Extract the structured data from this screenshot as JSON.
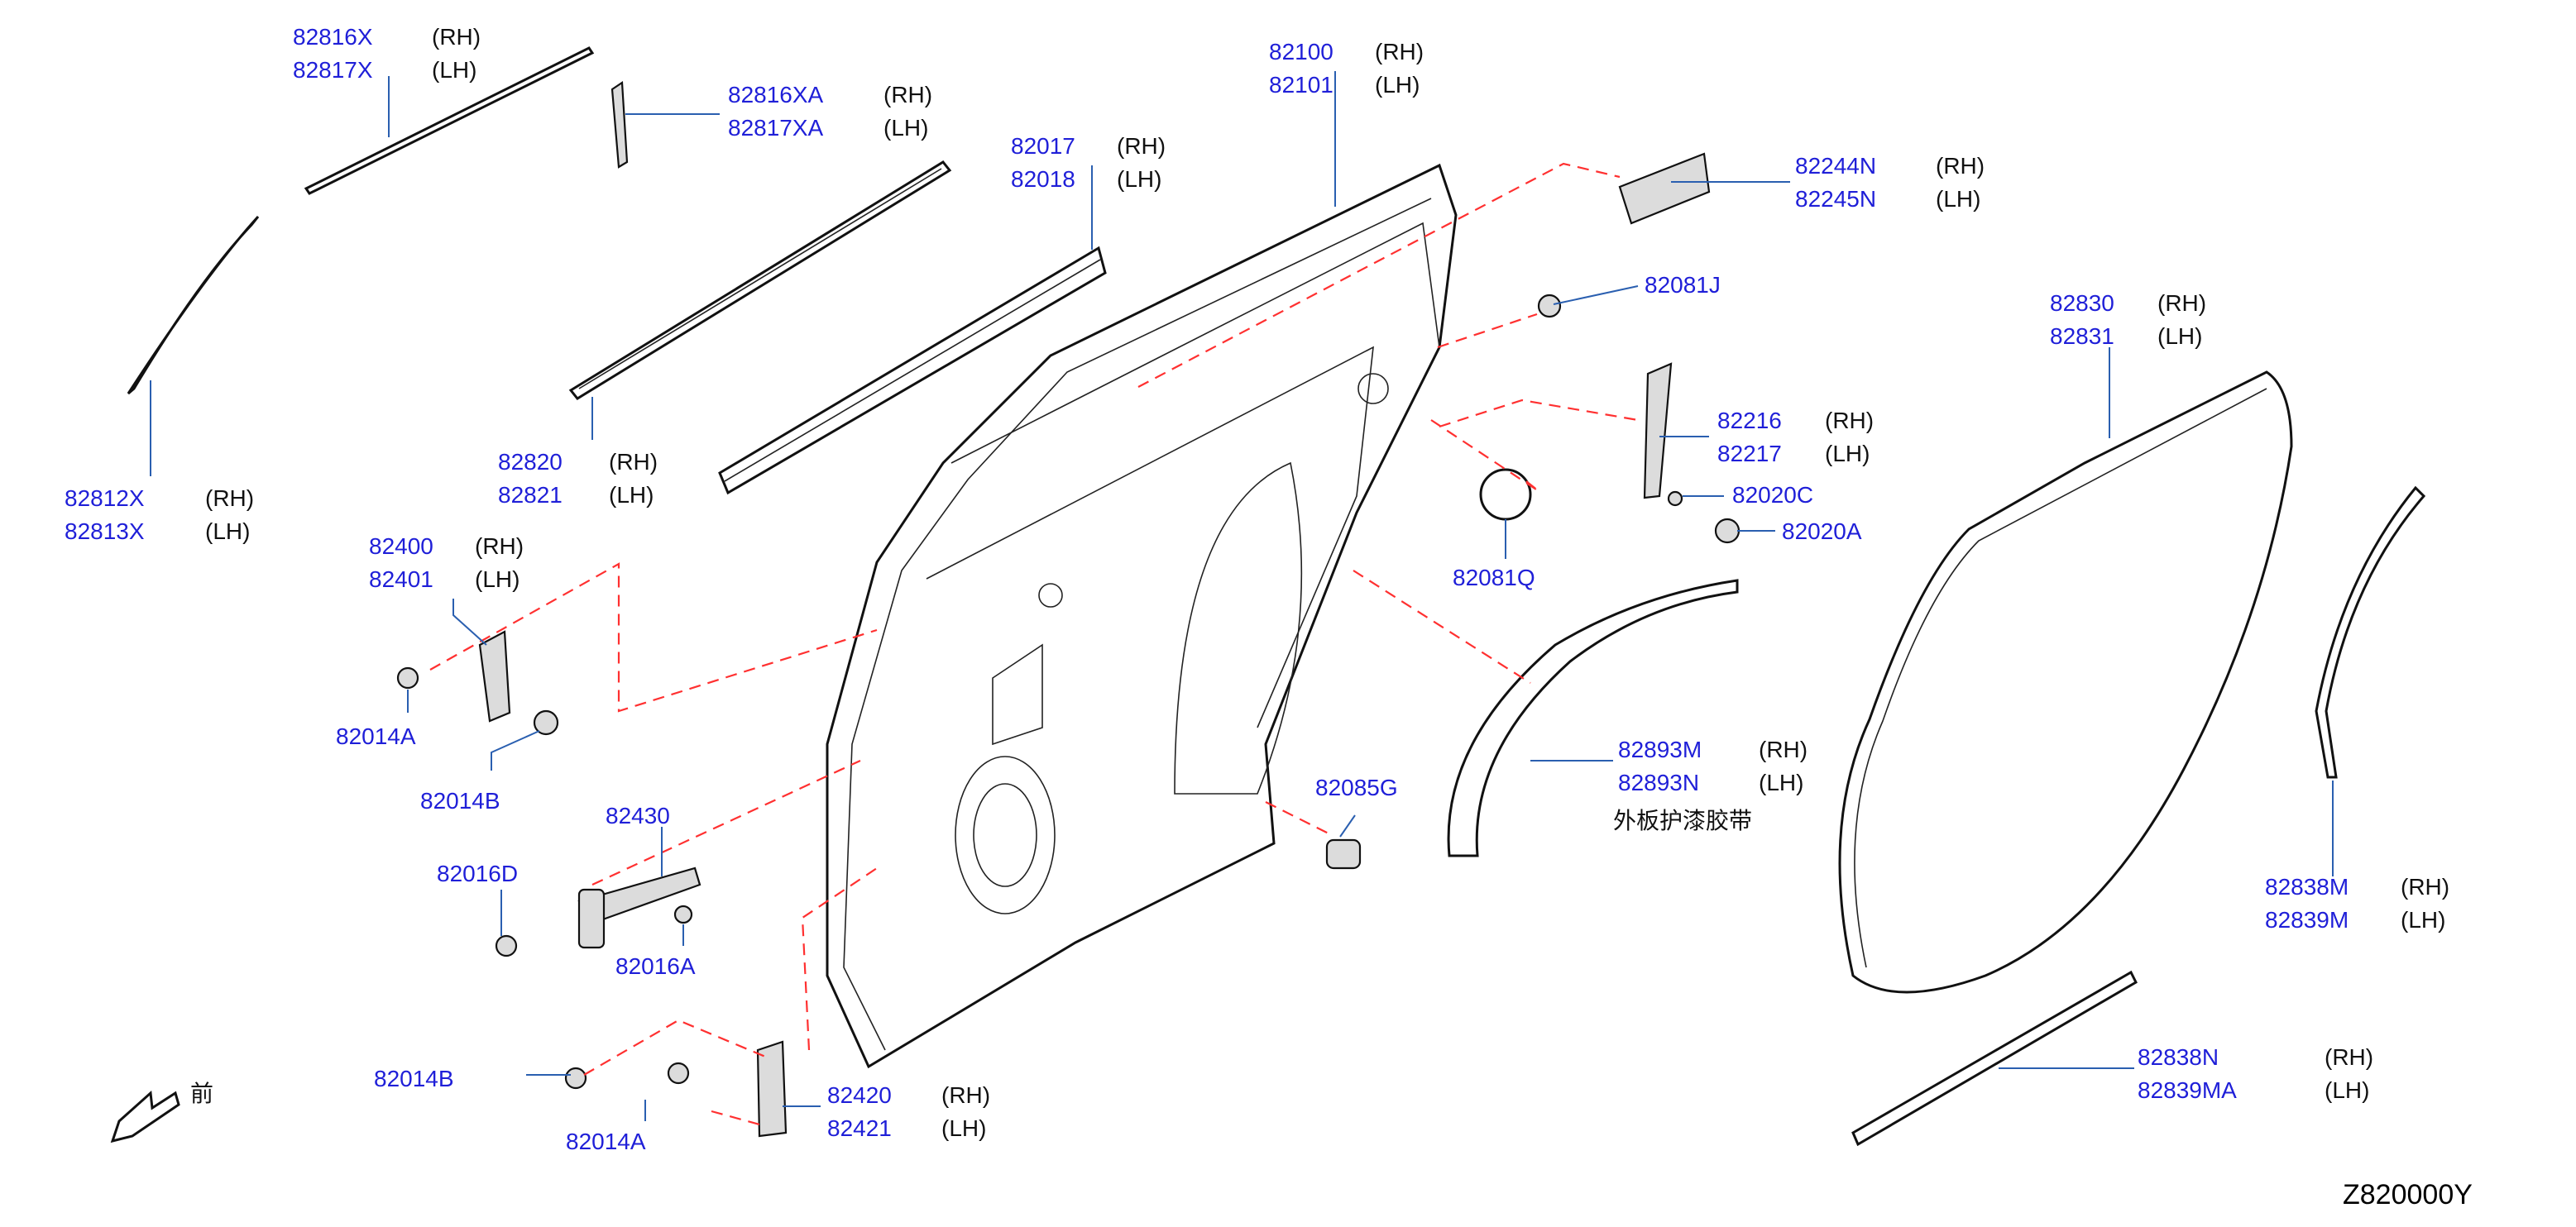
{
  "diagram_ref": "Z820000Y",
  "direction_label": "前",
  "callouts": [
    {
      "id": "82816X",
      "codes": [
        "82816X",
        "82817X"
      ],
      "sides": [
        "(RH)",
        "(LH)"
      ]
    },
    {
      "id": "82816XA",
      "codes": [
        "82816XA",
        "82817XA"
      ],
      "sides": [
        "(RH)",
        "(LH)"
      ]
    },
    {
      "id": "82812X",
      "codes": [
        "82812X",
        "82813X"
      ],
      "sides": [
        "(RH)",
        "(LH)"
      ]
    },
    {
      "id": "82017",
      "codes": [
        "82017",
        "82018"
      ],
      "sides": [
        "(RH)",
        "(LH)"
      ]
    },
    {
      "id": "82820",
      "codes": [
        "82820",
        "82821"
      ],
      "sides": [
        "(RH)",
        "(LH)"
      ]
    },
    {
      "id": "82100",
      "codes": [
        "82100",
        "82101"
      ],
      "sides": [
        "(RH)",
        "(LH)"
      ]
    },
    {
      "id": "82244N",
      "codes": [
        "82244N",
        "82245N"
      ],
      "sides": [
        "(RH)",
        "(LH)"
      ]
    },
    {
      "id": "82081J",
      "codes": [
        "82081J"
      ],
      "sides": []
    },
    {
      "id": "82216",
      "codes": [
        "82216",
        "82217"
      ],
      "sides": [
        "(RH)",
        "(LH)"
      ]
    },
    {
      "id": "82020C",
      "codes": [
        "82020C"
      ],
      "sides": []
    },
    {
      "id": "82020A",
      "codes": [
        "82020A"
      ],
      "sides": []
    },
    {
      "id": "82081Q",
      "codes": [
        "82081Q"
      ],
      "sides": []
    },
    {
      "id": "82830",
      "codes": [
        "82830",
        "82831"
      ],
      "sides": [
        "(RH)",
        "(LH)"
      ]
    },
    {
      "id": "82400",
      "codes": [
        "82400",
        "82401"
      ],
      "sides": [
        "(RH)",
        "(LH)"
      ]
    },
    {
      "id": "82014A_top",
      "codes": [
        "82014A"
      ],
      "sides": []
    },
    {
      "id": "82014B_top",
      "codes": [
        "82014B"
      ],
      "sides": []
    },
    {
      "id": "82430",
      "codes": [
        "82430"
      ],
      "sides": []
    },
    {
      "id": "82016D",
      "codes": [
        "82016D"
      ],
      "sides": []
    },
    {
      "id": "82016A",
      "codes": [
        "82016A"
      ],
      "sides": []
    },
    {
      "id": "82085G",
      "codes": [
        "82085G"
      ],
      "sides": []
    },
    {
      "id": "82893M",
      "codes": [
        "82893M",
        "82893N"
      ],
      "sides": [
        "(RH)",
        "(LH)"
      ],
      "note": "外板护漆胶带"
    },
    {
      "id": "82838M",
      "codes": [
        "82838M",
        "82839M"
      ],
      "sides": [
        "(RH)",
        "(LH)"
      ]
    },
    {
      "id": "82838N",
      "codes": [
        "82838N",
        "82839MA"
      ],
      "sides": [
        "(RH)",
        "(LH)"
      ]
    },
    {
      "id": "82014B_bot",
      "codes": [
        "82014B"
      ],
      "sides": []
    },
    {
      "id": "82014A_bot",
      "codes": [
        "82014A"
      ],
      "sides": []
    },
    {
      "id": "82420",
      "codes": [
        "82420",
        "82421"
      ],
      "sides": [
        "(RH)",
        "(LH)"
      ]
    }
  ],
  "colors": {
    "part_number": "#1f1fd8",
    "leader": "#2a5fb0",
    "dashed_link": "#ff3030",
    "line_art": "#111111"
  }
}
